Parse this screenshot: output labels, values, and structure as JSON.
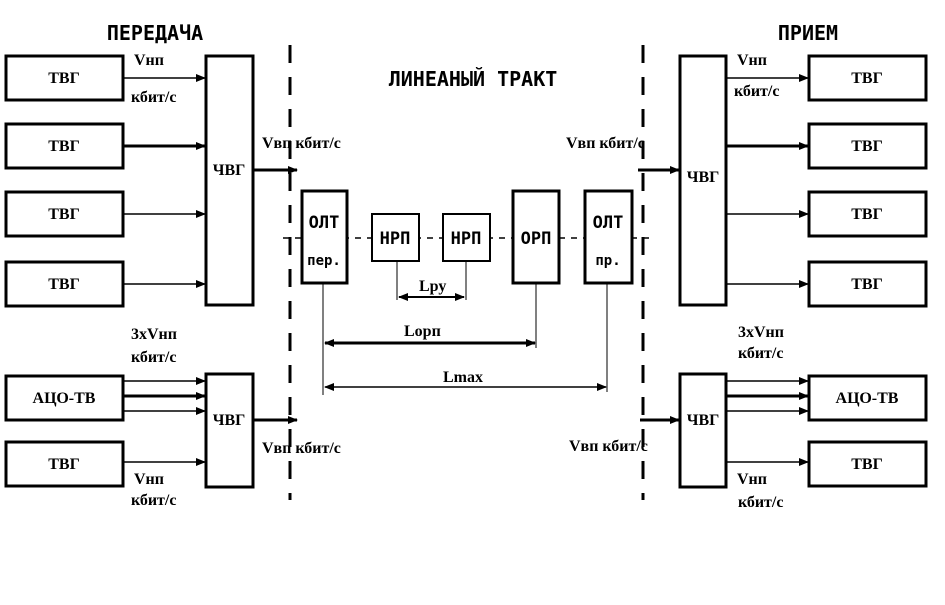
{
  "headers": {
    "transmit": "ПЕРЕДАЧА",
    "line_path": "ЛИНЕАНЫЙ ТРАКТ",
    "receive": "ПРИЕМ"
  },
  "boxes": {
    "tvg": "ТВГ",
    "chvg": "ЧВГ",
    "atso_tv": "АЦО-ТВ",
    "olt_line1": "ОЛТ",
    "olt_tx_line2": "пер.",
    "olt_rx_line2": "пр.",
    "nrp": "НРП",
    "orp": "ОРП"
  },
  "labels": {
    "v_np": "Vнп",
    "kbit_s": "кбит/с",
    "three_v_np": "3хVнп",
    "v_vp_kbit": "Vвп кбит/с",
    "l_ru": "Lру",
    "l_orp": "Lорп",
    "l_max": "Lmax"
  }
}
